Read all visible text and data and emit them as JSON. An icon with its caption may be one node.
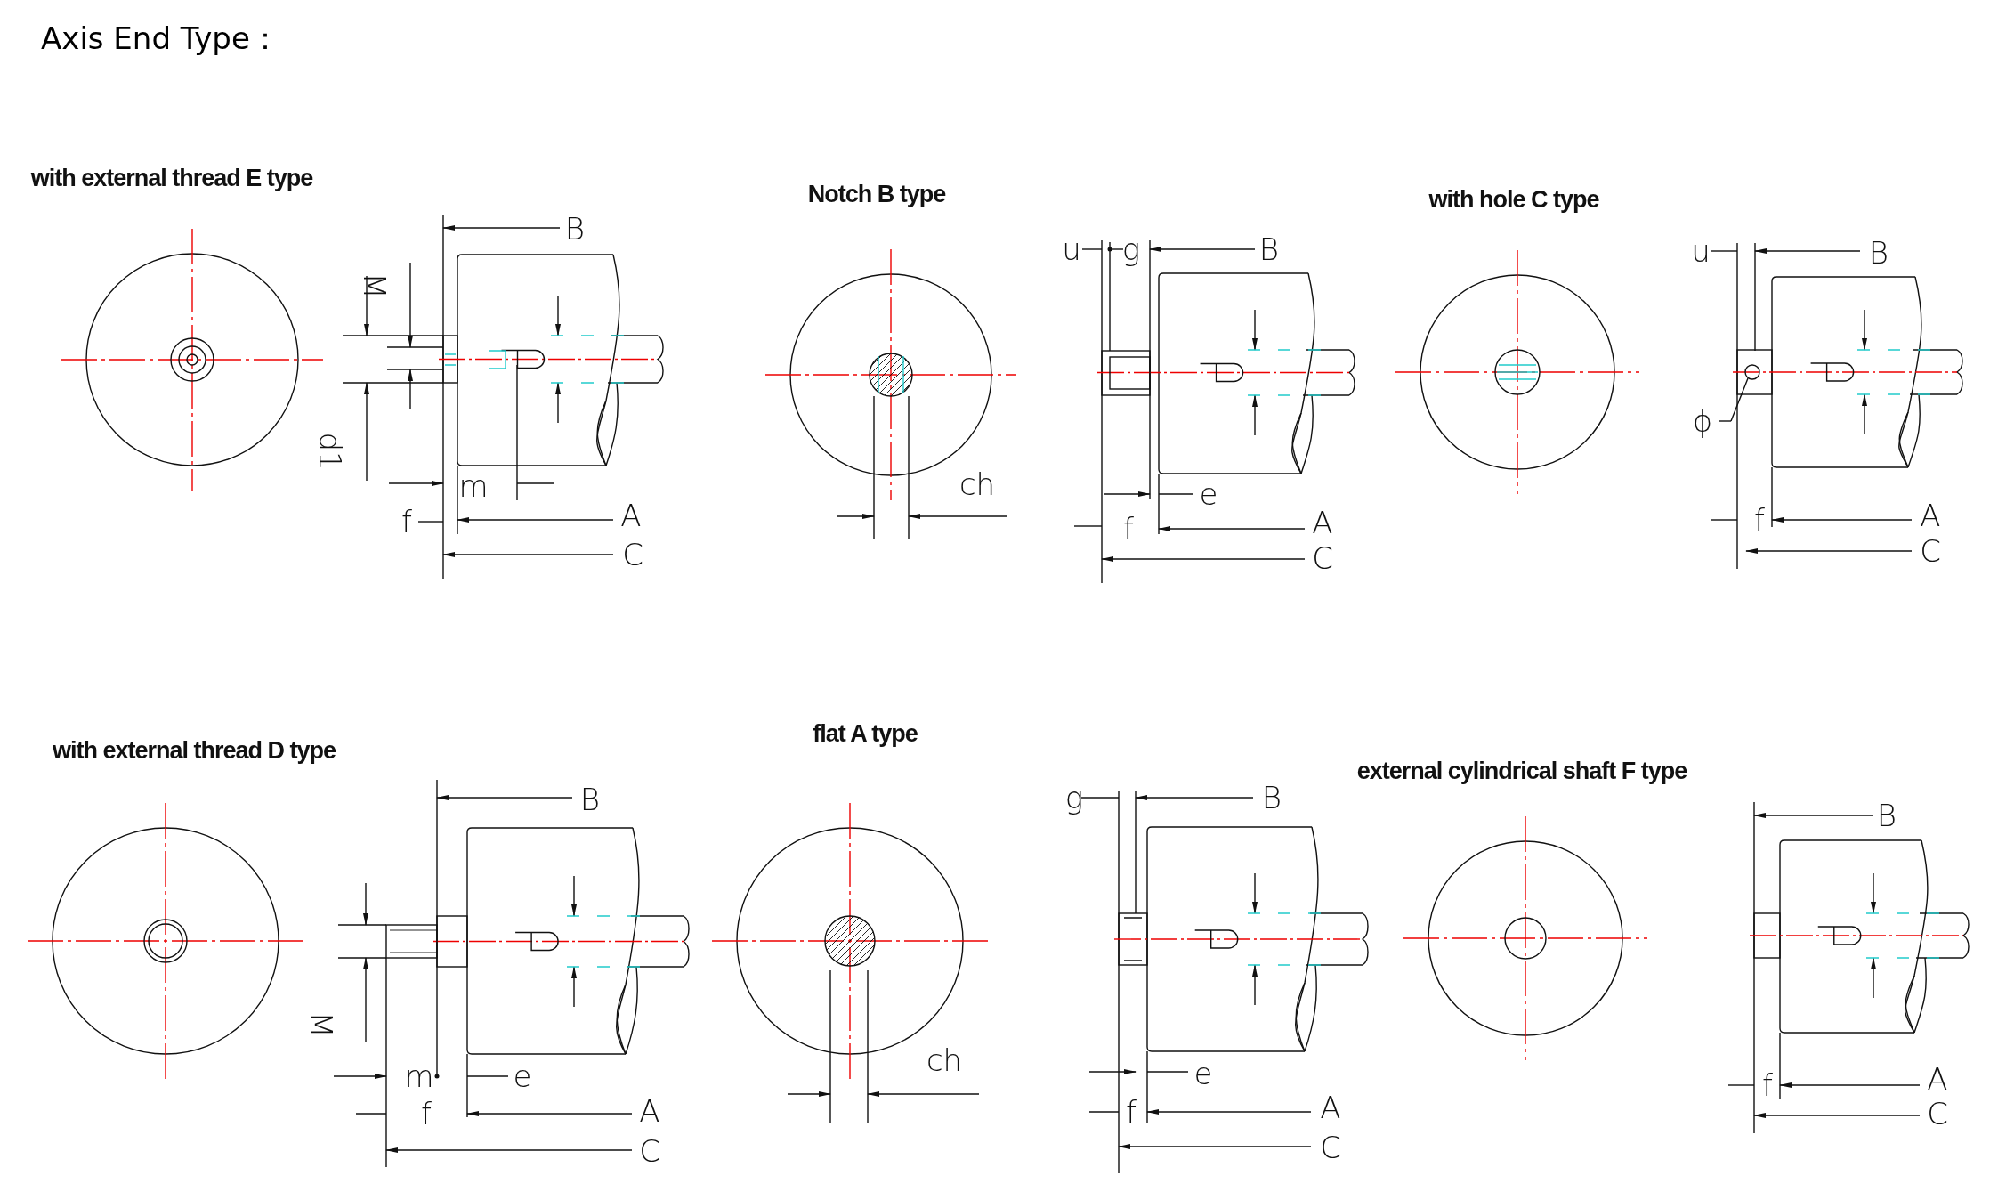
{
  "diagram": {
    "title": "Axis End Type：",
    "labels": [
      "with external thread E  type",
      "B",
      "M",
      "d1",
      "m",
      "f",
      "A",
      "C",
      "Notch B type",
      "ch",
      "u",
      "g",
      "B",
      "e",
      "f",
      "A",
      "C",
      "with hole C type",
      "u",
      "B",
      "ϕ",
      "f",
      "A",
      "C",
      "with external thread   D  type",
      "B",
      "M",
      "m",
      "e",
      "f",
      "A",
      "C",
      "flat A type",
      "ch",
      "g",
      "B",
      "e",
      "f",
      "A",
      "C",
      "external cylindrical shaft F type",
      "B",
      "f",
      "A",
      "C"
    ]
  }
}
